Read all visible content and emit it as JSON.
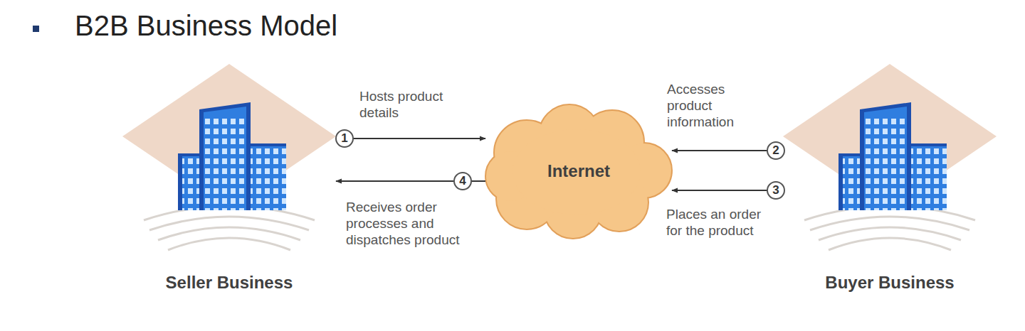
{
  "diagram": {
    "title": "B2B Business Model",
    "nodes": [
      {
        "text": [
          "Seller Business"
        ]
      },
      {
        "text": [
          "Internet"
        ]
      },
      {
        "text": [
          "Buyer Business"
        ]
      }
    ],
    "edges": [
      {
        "from": 0,
        "to": 1,
        "arrow": "to",
        "label": "Hosts product details"
      },
      {
        "from": 2,
        "to": 1,
        "arrow": "to",
        "label": "Accesses product information"
      },
      {
        "from": 2,
        "to": 1,
        "arrow": "to",
        "label": "Places an order for the product"
      },
      {
        "from": 1,
        "to": 0,
        "arrow": "to",
        "label": "Receives order processes and dispatches product"
      }
    ],
    "labels": [
      "1",
      "2",
      "3",
      "4"
    ]
  }
}
